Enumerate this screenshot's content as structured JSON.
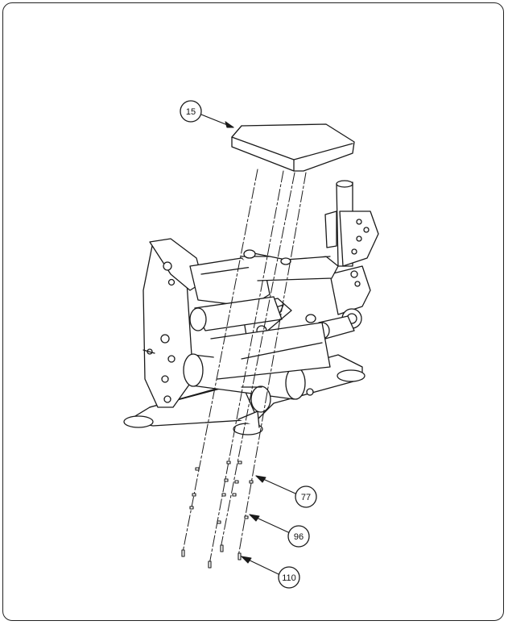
{
  "callouts": {
    "seat_pad": "15",
    "bolt": "77",
    "washer": "96",
    "lock_washer": "110"
  },
  "colors": {
    "line": "#1a1a1a",
    "frame_border": "#222222",
    "background": "#ffffff"
  }
}
